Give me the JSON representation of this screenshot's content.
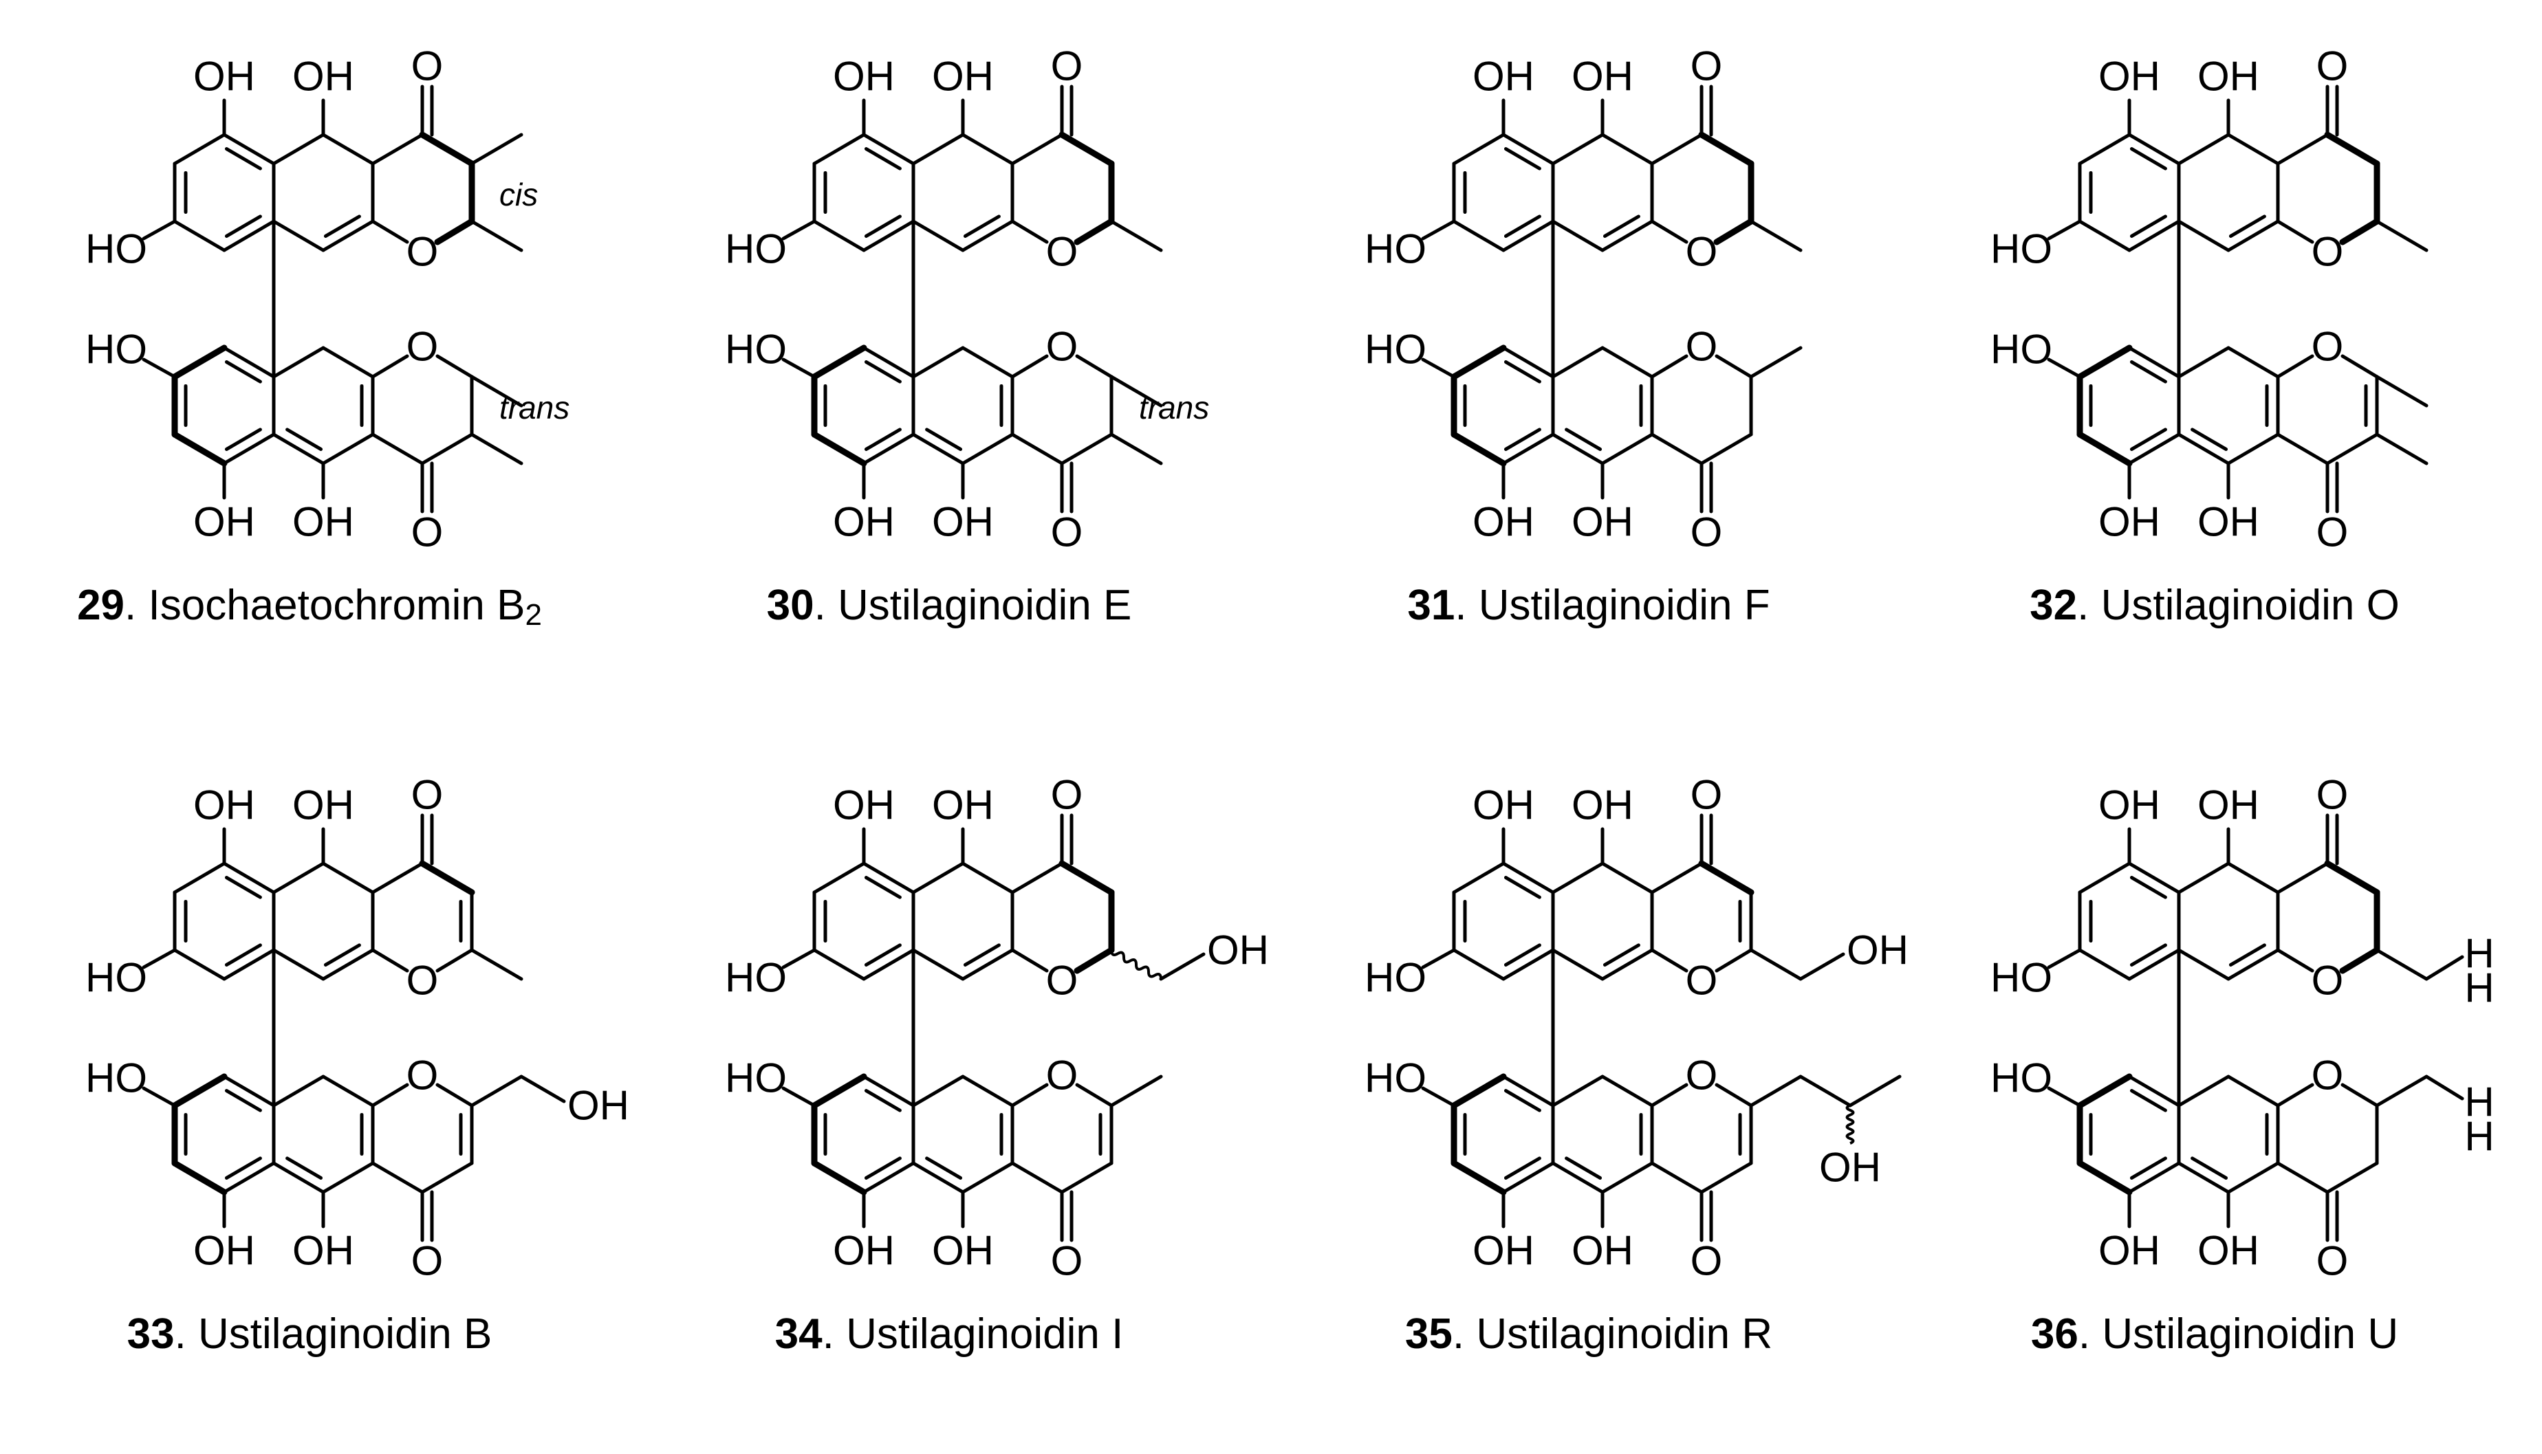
{
  "figure": {
    "compounds": [
      {
        "number": "29",
        "name": "Isochaetochromin B",
        "subscript": "2",
        "variant": {
          "topRing": "dihydro",
          "topSub": "dimethyl",
          "bottomRing": "dihydro",
          "bottomSub": "dimethyl",
          "topNote": "cis",
          "bottomNote": "trans"
        }
      },
      {
        "number": "30",
        "name": "Ustilaginoidin E",
        "variant": {
          "topRing": "dihydro",
          "topSub": "methyl",
          "bottomRing": "dihydro",
          "bottomSub": "dimethyl",
          "bottomNote": "trans"
        }
      },
      {
        "number": "31",
        "name": "Ustilaginoidin F",
        "variant": {
          "topRing": "dihydro",
          "topSub": "methyl",
          "bottomRing": "dihydro",
          "bottomSub": "methyl"
        }
      },
      {
        "number": "32",
        "name": "Ustilaginoidin O",
        "variant": {
          "topRing": "dihydro",
          "topSub": "methyl",
          "bottomRing": "pyrone",
          "bottomSub": "dimethyl"
        }
      },
      {
        "number": "33",
        "name": "Ustilaginoidin B",
        "variant": {
          "topRing": "pyrone",
          "topSub": "methyl",
          "bottomRing": "pyrone",
          "bottomSub": "hydroxymethyl"
        }
      },
      {
        "number": "34",
        "name": "Ustilaginoidin I",
        "variant": {
          "topRing": "dihydro",
          "topSub": "wavy-hydroxymethyl",
          "bottomRing": "pyrone",
          "bottomSub": "methyl"
        }
      },
      {
        "number": "35",
        "name": "Ustilaginoidin R",
        "variant": {
          "topRing": "pyrone",
          "topSub": "hydroxymethyl",
          "bottomRing": "pyrone",
          "bottomSub": "hydroxypropyl"
        }
      },
      {
        "number": "36",
        "name": "Ustilaginoidin U",
        "variant": {
          "topRing": "dihydro",
          "topSub": "hydroxymethyl-long",
          "bottomRing": "dihydro",
          "bottomSub": "hydroxymethyl-long"
        }
      }
    ],
    "labels": {
      "oh": "OH",
      "ho": "HO",
      "o": "O",
      "ring_o": "O",
      "o_lowered": "H"
    }
  }
}
